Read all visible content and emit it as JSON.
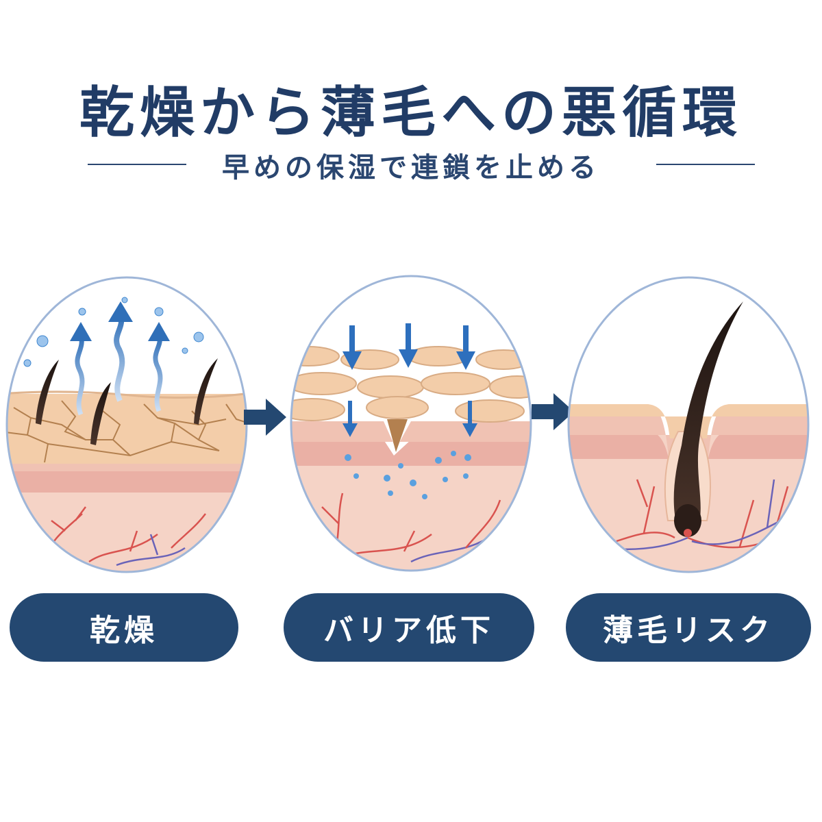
{
  "title": "乾燥から薄毛への悪循環",
  "subtitle": "早めの保湿で連鎖を止める",
  "stages": [
    {
      "label": "乾燥"
    },
    {
      "label": "バリア低下"
    },
    {
      "label": "薄毛リスク"
    }
  ],
  "colors": {
    "navy": "#244871",
    "title": "#213c66",
    "circle_border": "#9fb6d8",
    "skin_surface": "#f3cba9",
    "skin_dermis": "#f4d2c3",
    "skin_layer": "#e9a9a0",
    "artery": "#d9534f",
    "vein": "#6a63b8",
    "water": "#3e86cf",
    "hair": "#2b1d18"
  },
  "icons": [
    "arrow-right-icon",
    "water-drop-icon",
    "evaporation-arrow-icon",
    "hair-follicle-icon"
  ]
}
